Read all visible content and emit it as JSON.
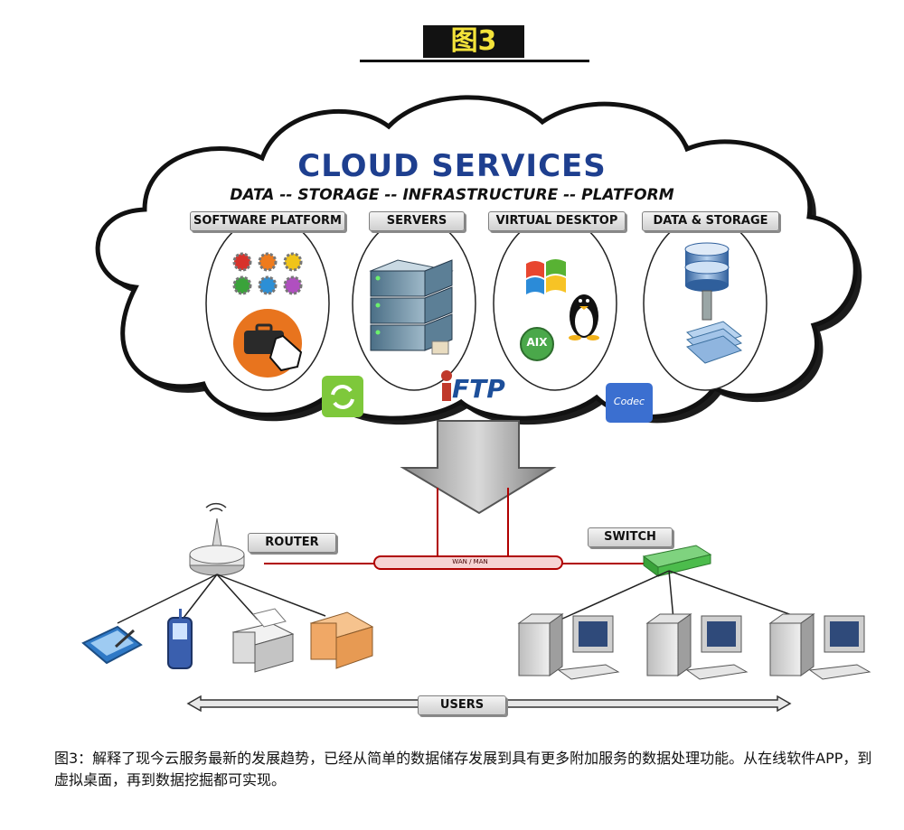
{
  "figure_tag": "图3",
  "cloud": {
    "title": "CLOUD SERVICES",
    "subtitle": "DATA -- STORAGE -- INFRASTRUCTURE -- PLATFORM",
    "categories": [
      "SOFTWARE PLATFORM",
      "SERVERS",
      "VIRTUAL DESKTOP",
      "DATA & STORAGE"
    ],
    "extra_icons": {
      "ftp": "FTP",
      "aix": "AIX",
      "codec": "Codec"
    }
  },
  "network": {
    "router_label": "ROUTER",
    "switch_label": "SWITCH",
    "wan_label": "WAN / MAN",
    "users_label": "USERS"
  },
  "caption": "图3：解释了现今云服务最新的发展趋势，已经从简单的数据储存发展到具有更多附加服务的数据处理功能。从在线软件APP，到虚拟桌面，再到数据挖掘都可实现。",
  "colors": {
    "title_blue": "#1e3f8f",
    "tag_yellow": "#f4e33a",
    "link_red": "#b00000",
    "switch_green": "#3aa33a"
  }
}
